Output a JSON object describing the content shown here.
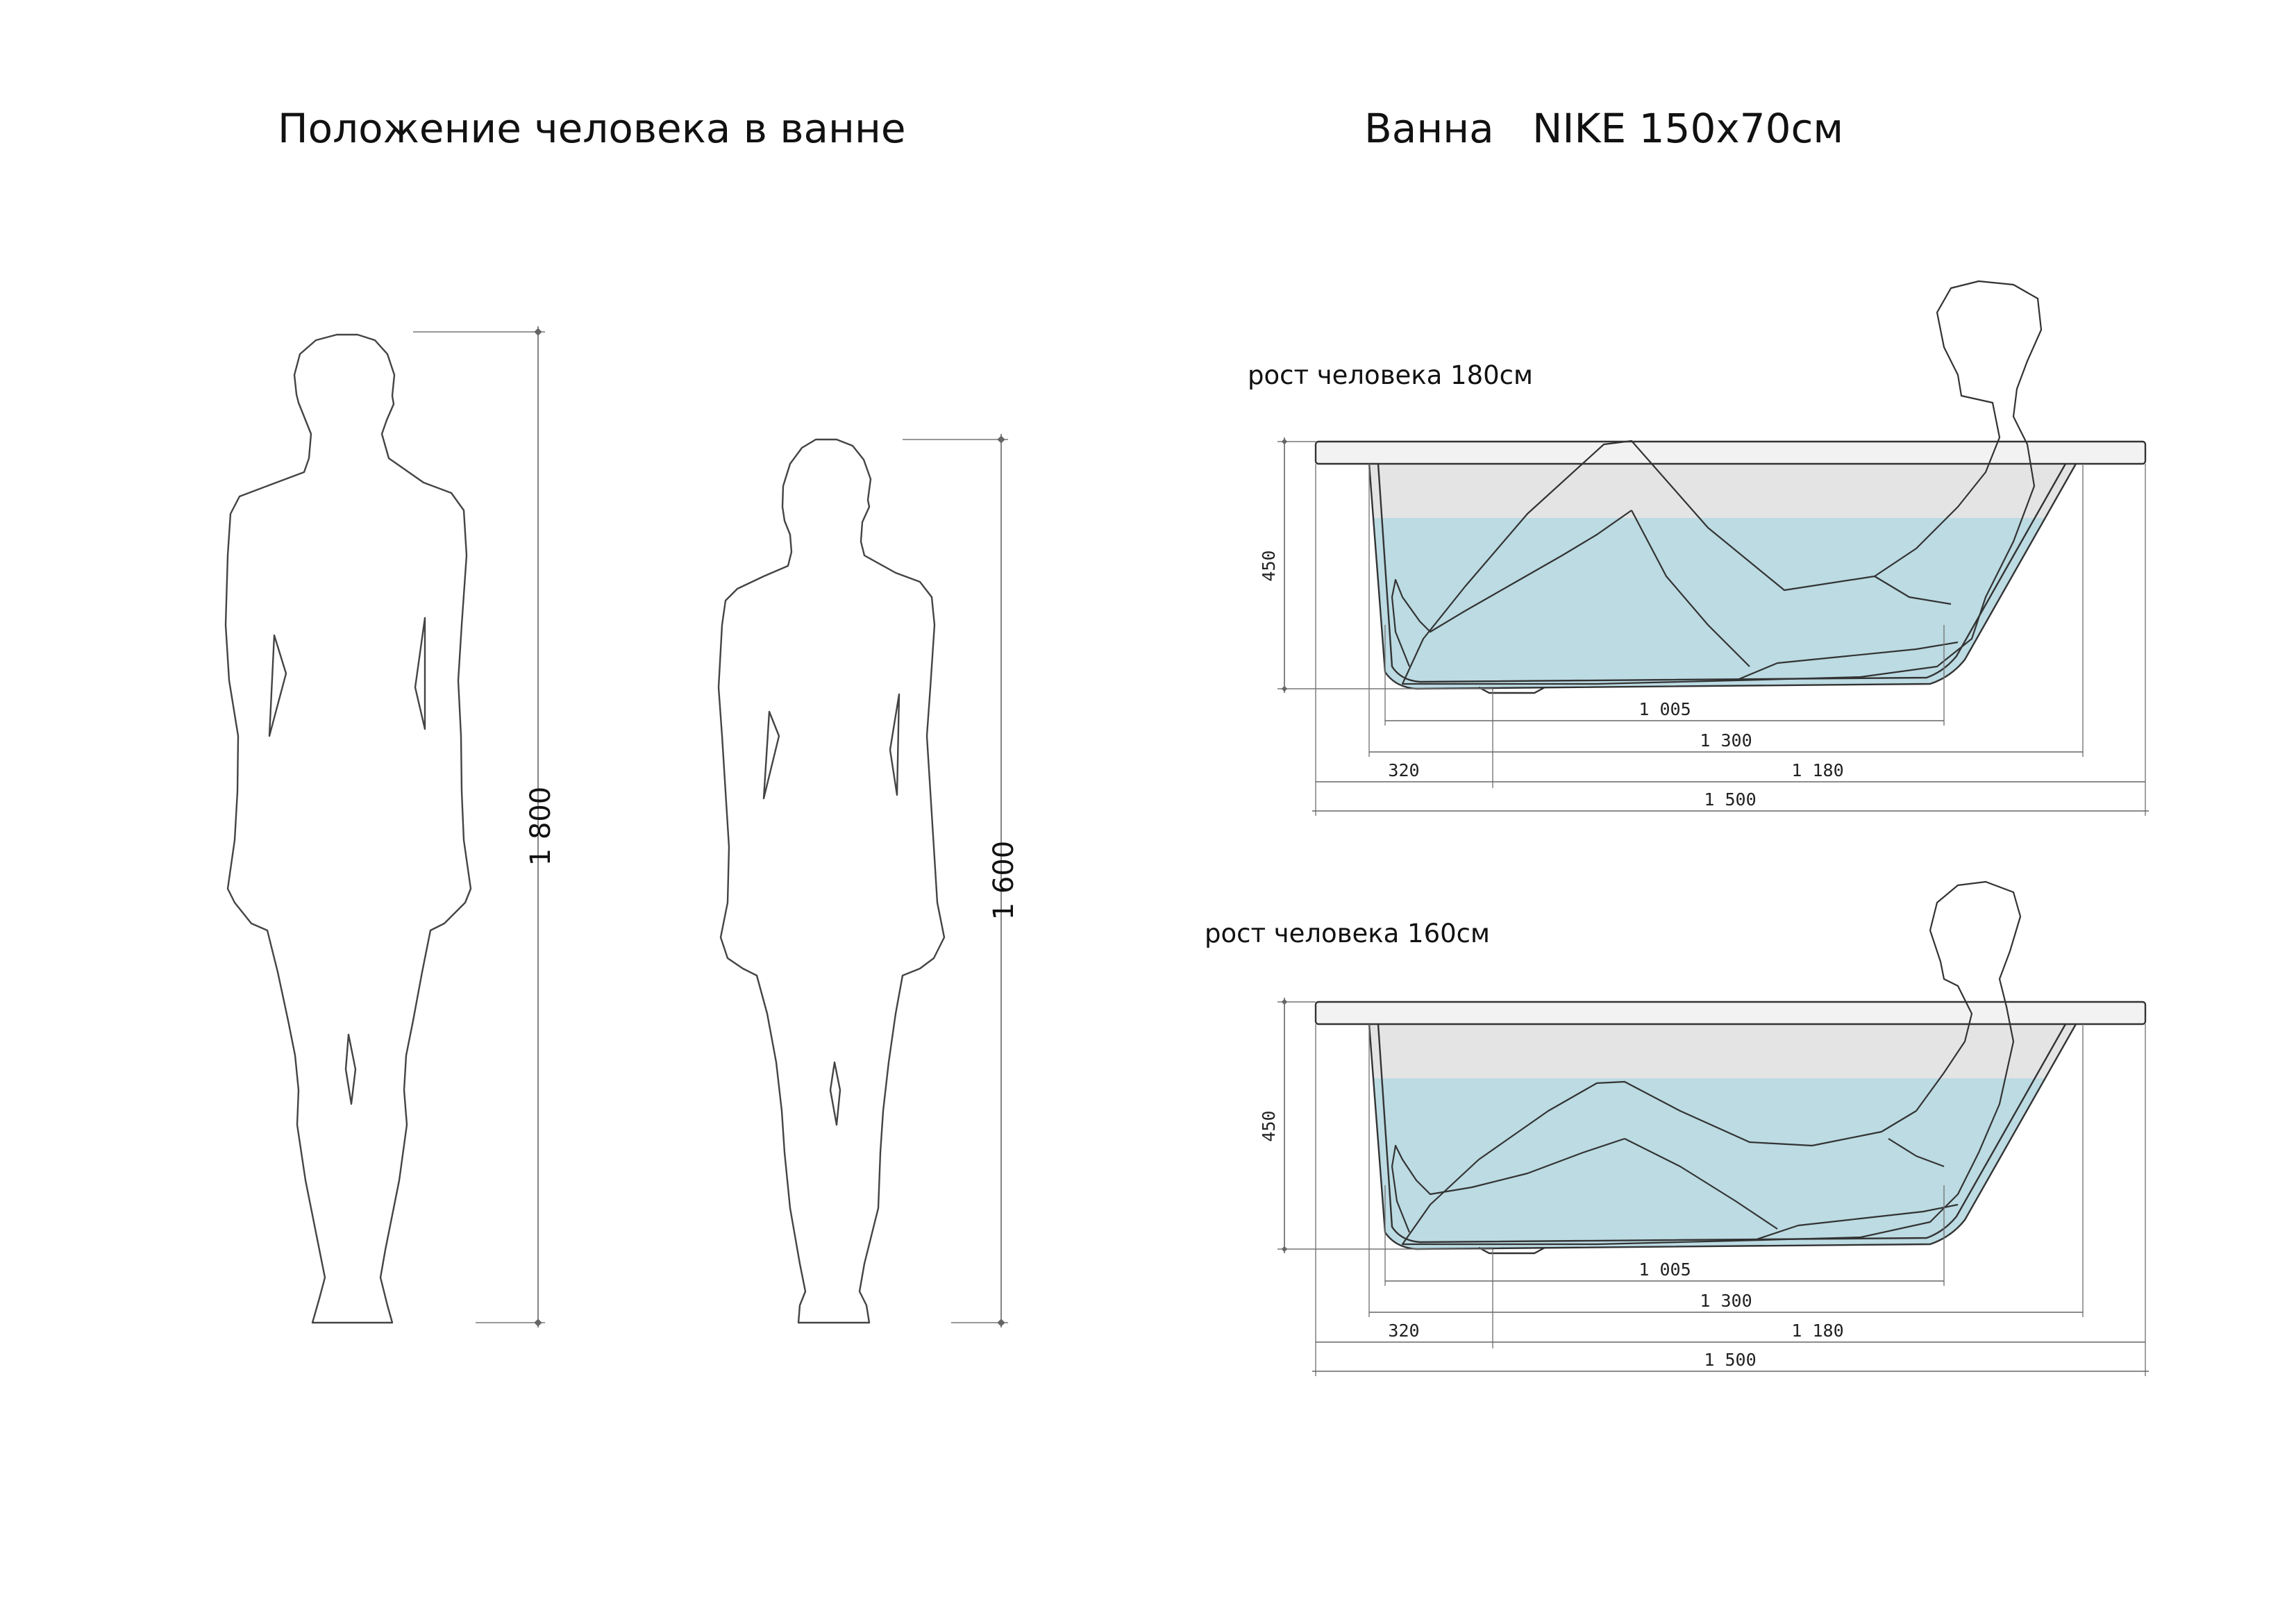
{
  "titles": {
    "left": "Положение человека в ванне",
    "right": "Ванна   NIKE 150x70см"
  },
  "standing_heights": {
    "man": "1 800",
    "woman": "1 600"
  },
  "views": [
    {
      "label": "рост человека 180см",
      "depth": "450",
      "dim_1005": "1 005",
      "dim_1300": "1 300",
      "dim_320": "320",
      "dim_1180": "1 180",
      "dim_1500": "1 500"
    },
    {
      "label": "рост человека 160см",
      "depth": "450",
      "dim_1005": "1 005",
      "dim_1300": "1 300",
      "dim_320": "320",
      "dim_1180": "1 180",
      "dim_1500": "1 500"
    }
  ],
  "colors": {
    "water": "#bcdbe3",
    "air": "#e4e4e4",
    "rim": "#f2f2f2",
    "line": "#444444"
  }
}
